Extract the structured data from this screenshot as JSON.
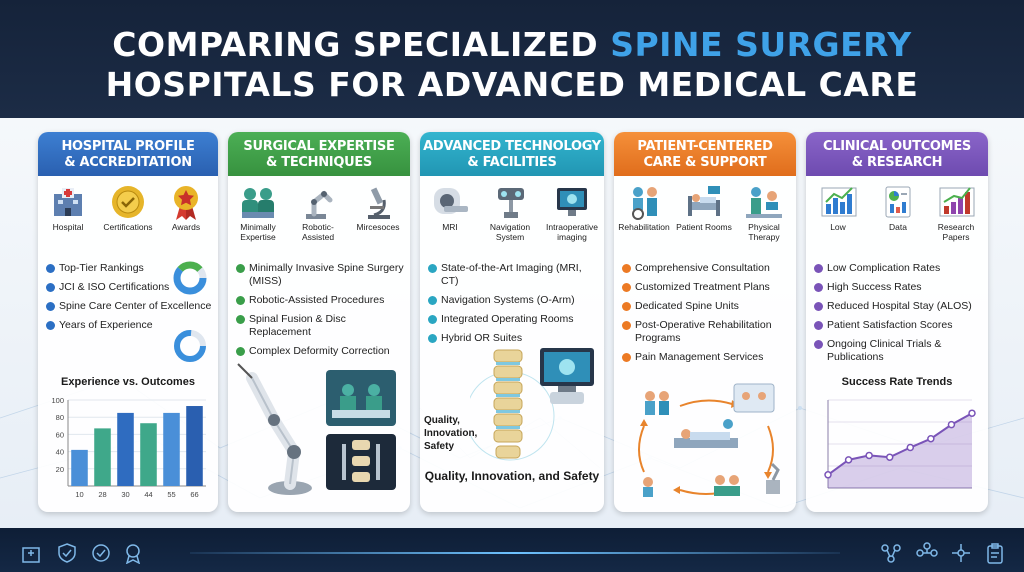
{
  "header": {
    "title_line1_prefix": "COMPARING SPECIALIZED ",
    "title_line1_accent": "SPINE SURGERY",
    "title_line2": "HOSPITALS FOR ADVANCED MEDICAL CARE"
  },
  "colors": {
    "profile": "#2f6cc0",
    "expertise": "#3a9e4a",
    "technology": "#2aa6c2",
    "patient": "#ec7a24",
    "outcomes": "#7a54b8",
    "accent": "#3fa2e8"
  },
  "panels": {
    "profile": {
      "title_line1": "HOSPITAL PROFILE",
      "title_line2": "& ACCREDITATION",
      "icons": [
        {
          "label": "Hospital",
          "icon": "hospital-icon"
        },
        {
          "label": "Certifications",
          "icon": "gold-seal-icon"
        },
        {
          "label": "Awards",
          "icon": "award-medal-icon"
        }
      ],
      "bullets": [
        "Top-Tier Rankings",
        "JCI & ISO Certifications",
        "Spine Care Center of Excellence",
        "Years of Experience"
      ],
      "chart_title": "Experience vs. Outcomes"
    },
    "expertise": {
      "title_line1": "SURGICAL EXPERTISE",
      "title_line2": "& TECHNIQUES",
      "icons": [
        {
          "label_line1": "Minimally",
          "label_line2": "Expertise",
          "icon": "surgeons-icon"
        },
        {
          "label_line1": "Robotic-",
          "label_line2": "Assisted",
          "icon": "robot-arm-icon"
        },
        {
          "label_line1": "Mircesoces",
          "label_line2": "",
          "icon": "microscope-icon"
        }
      ],
      "bullets": [
        "Minimally Invasive Spine Surgery (MISS)",
        "Robotic-Assisted Procedures",
        "Spinal Fusion & Disc Replacement",
        "Complex Deformity Correction"
      ]
    },
    "technology": {
      "title_line1": "ADVANCED TECHNOLOGY",
      "title_line2": "& FACILITIES",
      "icons": [
        {
          "label_line1": "MRI",
          "label_line2": "",
          "icon": "mri-scanner-icon"
        },
        {
          "label_line1": "Navigation",
          "label_line2": "System",
          "icon": "navigation-system-icon"
        },
        {
          "label_line1": "Intraoperative",
          "label_line2": "imaging",
          "icon": "monitor-icon"
        }
      ],
      "bullets": [
        "State-of-the-Art Imaging (MRI, CT)",
        "Navigation Systems (O-Arm)",
        "Integrated Operating Rooms",
        "Hybrid OR Suites"
      ],
      "badge_line1": "Quality,",
      "badge_line2": "Innovation,",
      "badge_line3": "Safety",
      "tagline": "Quality, Innovation, and Safety"
    },
    "patient": {
      "title_line1": "PATIENT-CENTERED",
      "title_line2": "CARE & SUPPORT",
      "icons": [
        {
          "label_line1": "Rehabilitation",
          "label_line2": "",
          "icon": "rehabilitation-icon"
        },
        {
          "label_line1": "Patient Rooms",
          "label_line2": "",
          "icon": "patient-bed-icon"
        },
        {
          "label_line1": "Physical",
          "label_line2": "Therapy",
          "icon": "physical-therapy-icon"
        }
      ],
      "bullets": [
        "Comprehensive Consultation",
        "Customized Treatment Plans",
        "Dedicated Spine Units",
        "Post-Operative Rehabilitation Programs",
        "Pain Management Services"
      ]
    },
    "outcomes": {
      "title_line1": "CLINICAL OUTCOMES",
      "title_line2": "& RESEARCH",
      "icons": [
        {
          "label_line1": "Low",
          "label_line2": "",
          "icon": "bar-chart-icon"
        },
        {
          "label_line1": "Data",
          "label_line2": "",
          "icon": "data-document-icon"
        },
        {
          "label_line1": "Research",
          "label_line2": "Papers",
          "icon": "research-chart-icon"
        }
      ],
      "bullets": [
        "Low Complication Rates",
        "High Success Rates",
        "Reduced Hospital Stay (ALOS)",
        "Patient Satisfaction Scores",
        "Ongoing Clinical Trials & Publications"
      ],
      "chart_title": "Success Rate Trends"
    }
  },
  "chart_data": [
    {
      "type": "bar",
      "title": "Experience vs. Outcomes",
      "categories": [
        "10",
        "28",
        "30",
        "44",
        "55",
        "66"
      ],
      "values": [
        42,
        67,
        85,
        73,
        85,
        93
      ],
      "ylim": [
        0,
        100
      ],
      "yticks": [
        "20",
        "40",
        "60",
        "80",
        "100"
      ]
    },
    {
      "type": "area",
      "title": "Success Rate Trends",
      "values": [
        15,
        32,
        37,
        35,
        46,
        56,
        72,
        85
      ],
      "ylim": [
        0,
        100
      ]
    }
  ],
  "footer": {
    "left_icons": [
      "hospital-icon",
      "shield-icon",
      "seal-icon",
      "award-icon"
    ],
    "right_icons": [
      "network-icon",
      "workflow-icon",
      "molecule-icon",
      "clipboard-icon"
    ]
  }
}
